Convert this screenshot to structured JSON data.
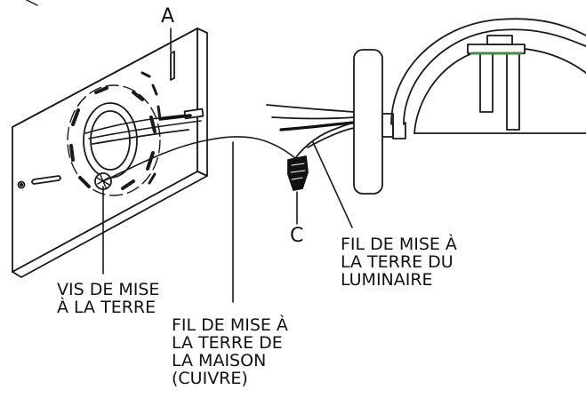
{
  "labels": {
    "a": "A",
    "c": "C",
    "ground_screw": [
      "VIS DE MISE",
      "À LA TERRE"
    ],
    "house_ground_wire": [
      "FIL DE MISE À",
      "LA TERRE DE",
      "LA MAISON",
      "(CUIVRE)"
    ],
    "fixture_ground_wire": [
      "FIL DE MISE À",
      "LA TERRE DU",
      "LUMINAIRE"
    ]
  },
  "colors": {
    "line": "#1a1a1a",
    "wire_nut": "#111111",
    "gasket_green": "#3f8f3f"
  }
}
